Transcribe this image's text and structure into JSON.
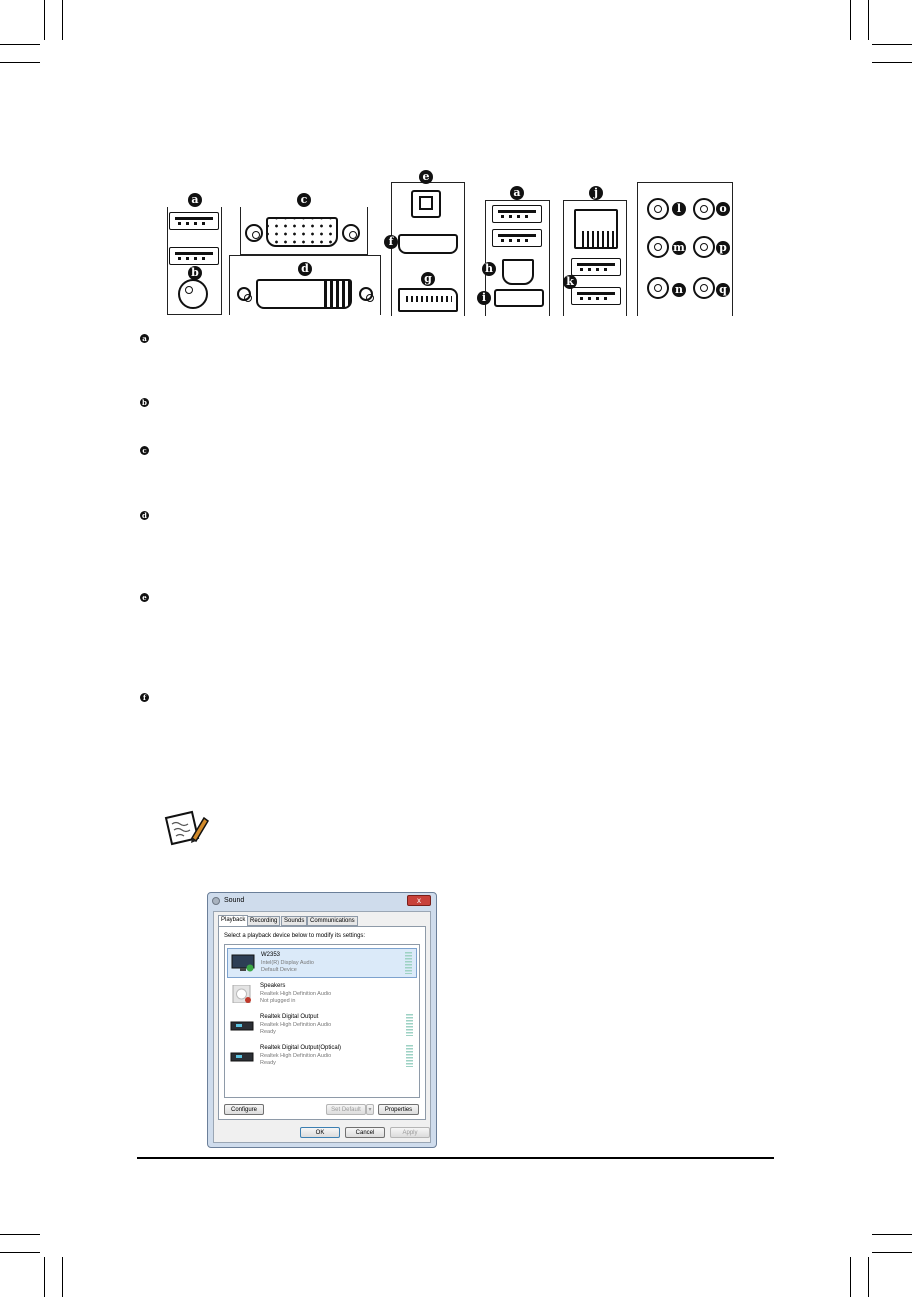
{
  "connector_labels": {
    "a": "a",
    "b": "b",
    "c": "c",
    "d": "d",
    "e": "e",
    "f": "f",
    "g": "g",
    "h": "h",
    "i": "i",
    "j": "j",
    "k": "k",
    "l": "l",
    "m": "m",
    "n": "n",
    "o": "o",
    "p": "p",
    "q": "q"
  },
  "sections": [
    {
      "letter": "a"
    },
    {
      "letter": "b"
    },
    {
      "letter": "c"
    },
    {
      "letter": "d"
    },
    {
      "letter": "e"
    },
    {
      "letter": "f"
    }
  ],
  "note_icon": "note-pencil-icon",
  "sound_dialog": {
    "title": "Sound",
    "close_label": "x",
    "tabs": [
      "Playback",
      "Recording",
      "Sounds",
      "Communications"
    ],
    "active_tab": "Playback",
    "instruction": "Select a playback device below to modify its settings:",
    "devices": [
      {
        "name": "W2353",
        "driver": "Intel(R) Display Audio",
        "status": "Default Device",
        "icon": "monitor-icon",
        "selected": true
      },
      {
        "name": "Speakers",
        "driver": "Realtek High Definition Audio",
        "status": "Not plugged in",
        "icon": "speaker-icon",
        "selected": false
      },
      {
        "name": "Realtek Digital Output",
        "driver": "Realtek High Definition Audio",
        "status": "Ready",
        "icon": "digital-output-icon",
        "selected": false
      },
      {
        "name": "Realtek Digital Output(Optical)",
        "driver": "Realtek High Definition Audio",
        "status": "Ready",
        "icon": "optical-output-icon",
        "selected": false
      }
    ],
    "buttons": {
      "configure": "Configure",
      "set_default": "Set Default",
      "properties": "Properties",
      "ok": "OK",
      "cancel": "Cancel",
      "apply": "Apply"
    },
    "colors": {
      "frame": "#cfdcec",
      "close": "#c8413a",
      "selection": "#dbeaf9",
      "meter": "#9ed2c4"
    }
  }
}
